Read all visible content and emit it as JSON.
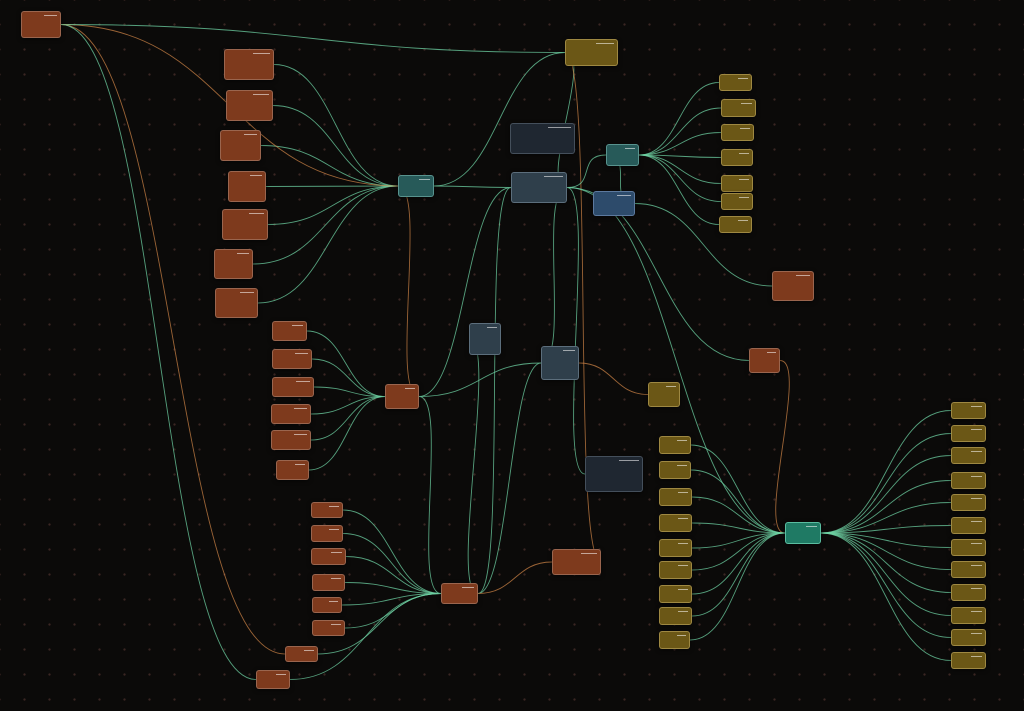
{
  "graph": {
    "colors": {
      "rust": "#7e3a1d",
      "olive": "#6b5716",
      "teal": "#275a59",
      "slate": "#2f3f4b",
      "blue": "#2d4b6b",
      "navy": "#1f2731",
      "green_hub": "#1f7a64",
      "edge_green": "#6fd3a4",
      "edge_orange": "#d98a4a",
      "background": "#0b0a09",
      "grid_dot": "#3a2622"
    },
    "nodes": [
      {
        "id": "top-left-root",
        "color": "rust",
        "lines": [
          "",
          "",
          "",
          ""
        ]
      },
      {
        "id": "top-center-root",
        "color": "olive",
        "lines": [
          "",
          "",
          "",
          ""
        ]
      },
      {
        "id": "left-group-a-1",
        "color": "rust",
        "lines": [
          "",
          "",
          "",
          ""
        ]
      },
      {
        "id": "left-group-a-2",
        "color": "rust",
        "lines": [
          "",
          "",
          "",
          ""
        ]
      },
      {
        "id": "left-group-a-3",
        "color": "rust",
        "lines": [
          "",
          "",
          "",
          ""
        ]
      },
      {
        "id": "left-group-a-4",
        "color": "rust",
        "lines": [
          "",
          "",
          "",
          ""
        ]
      },
      {
        "id": "left-group-a-5",
        "color": "rust",
        "lines": [
          "",
          "",
          "",
          ""
        ]
      },
      {
        "id": "left-group-a-6",
        "color": "rust",
        "lines": [
          "",
          "",
          "",
          ""
        ]
      },
      {
        "id": "left-group-a-7",
        "color": "rust",
        "lines": [
          "",
          "",
          "",
          ""
        ]
      },
      {
        "id": "hub-left-teal",
        "color": "teal",
        "lines": [
          "",
          "",
          ""
        ]
      },
      {
        "id": "center-main-blue",
        "color": "slate",
        "lines": [
          "",
          "",
          "",
          ""
        ]
      },
      {
        "id": "center-top-navy",
        "color": "navy",
        "lines": [
          "",
          "",
          "",
          "",
          ""
        ]
      },
      {
        "id": "hub-top-right-teal",
        "color": "teal",
        "lines": [
          "",
          ""
        ]
      },
      {
        "id": "center-right-blue",
        "color": "blue",
        "lines": [
          "",
          "",
          ""
        ]
      },
      {
        "id": "right-olive-1",
        "color": "olive",
        "lines": [
          "",
          ""
        ]
      },
      {
        "id": "right-olive-2",
        "color": "olive",
        "lines": [
          "",
          ""
        ]
      },
      {
        "id": "right-olive-3",
        "color": "olive",
        "lines": [
          "",
          ""
        ]
      },
      {
        "id": "right-olive-4",
        "color": "olive",
        "lines": [
          "",
          ""
        ]
      },
      {
        "id": "right-olive-5",
        "color": "olive",
        "lines": [
          "",
          ""
        ]
      },
      {
        "id": "right-olive-6",
        "color": "olive",
        "lines": [
          "",
          ""
        ]
      },
      {
        "id": "right-olive-7",
        "color": "olive",
        "lines": [
          "",
          ""
        ]
      },
      {
        "id": "right-rust-a",
        "color": "rust",
        "lines": [
          "",
          "",
          "",
          ""
        ]
      },
      {
        "id": "mid-navy-a",
        "color": "slate",
        "lines": [
          "",
          "",
          "",
          ""
        ]
      },
      {
        "id": "mid-slate-b",
        "color": "slate",
        "lines": [
          "",
          "",
          "",
          ""
        ]
      },
      {
        "id": "hub-mid-rust",
        "color": "rust",
        "lines": [
          "",
          "",
          ""
        ]
      },
      {
        "id": "mid-left-1",
        "color": "rust",
        "lines": [
          "",
          ""
        ]
      },
      {
        "id": "mid-left-2",
        "color": "rust",
        "lines": [
          "",
          ""
        ]
      },
      {
        "id": "mid-left-3",
        "color": "rust",
        "lines": [
          "",
          ""
        ]
      },
      {
        "id": "mid-left-4",
        "color": "rust",
        "lines": [
          "",
          ""
        ]
      },
      {
        "id": "mid-left-5",
        "color": "rust",
        "lines": [
          "",
          ""
        ]
      },
      {
        "id": "mid-left-6",
        "color": "rust",
        "lines": [
          "",
          ""
        ]
      },
      {
        "id": "mid-olive-small",
        "color": "olive",
        "lines": [
          "",
          "",
          ""
        ]
      },
      {
        "id": "mid-rust-right",
        "color": "rust",
        "lines": [
          "",
          "",
          ""
        ]
      },
      {
        "id": "lower-navy",
        "color": "navy",
        "lines": [
          "",
          "",
          "",
          "",
          ""
        ]
      },
      {
        "id": "lower-rust-center",
        "color": "rust",
        "lines": [
          "",
          "",
          ""
        ]
      },
      {
        "id": "hub-bottom-rust",
        "color": "rust",
        "lines": [
          "",
          "",
          ""
        ]
      },
      {
        "id": "bottom-left-1",
        "color": "rust",
        "lines": [
          "",
          ""
        ]
      },
      {
        "id": "bottom-left-2",
        "color": "rust",
        "lines": [
          "",
          ""
        ]
      },
      {
        "id": "bottom-left-3",
        "color": "rust",
        "lines": [
          "",
          ""
        ]
      },
      {
        "id": "bottom-left-4",
        "color": "rust",
        "lines": [
          "",
          ""
        ]
      },
      {
        "id": "bottom-left-5",
        "color": "rust",
        "lines": [
          "",
          ""
        ]
      },
      {
        "id": "bottom-left-6",
        "color": "rust",
        "lines": [
          "",
          ""
        ]
      },
      {
        "id": "bottom-left-7",
        "color": "rust",
        "lines": [
          "",
          ""
        ]
      },
      {
        "id": "bottom-left-8",
        "color": "rust",
        "lines": [
          "",
          ""
        ]
      },
      {
        "id": "hub-right-green",
        "color": "green",
        "lines": [
          "",
          "",
          ""
        ]
      },
      {
        "id": "left-olive-1",
        "color": "olive",
        "lines": [
          "",
          ""
        ]
      },
      {
        "id": "left-olive-2",
        "color": "olive",
        "lines": [
          "",
          ""
        ]
      },
      {
        "id": "left-olive-3",
        "color": "olive",
        "lines": [
          "",
          ""
        ]
      },
      {
        "id": "left-olive-4",
        "color": "olive",
        "lines": [
          "",
          ""
        ]
      },
      {
        "id": "left-olive-5",
        "color": "olive",
        "lines": [
          "",
          ""
        ]
      },
      {
        "id": "left-olive-6",
        "color": "olive",
        "lines": [
          "",
          ""
        ]
      },
      {
        "id": "left-olive-7",
        "color": "olive",
        "lines": [
          "",
          ""
        ]
      },
      {
        "id": "left-olive-8",
        "color": "olive",
        "lines": [
          "",
          ""
        ]
      },
      {
        "id": "left-olive-9",
        "color": "olive",
        "lines": [
          "",
          ""
        ]
      },
      {
        "id": "far-right-1",
        "color": "olive",
        "lines": [
          "",
          ""
        ]
      },
      {
        "id": "far-right-2",
        "color": "olive",
        "lines": [
          "",
          ""
        ]
      },
      {
        "id": "far-right-3",
        "color": "olive",
        "lines": [
          "",
          ""
        ]
      },
      {
        "id": "far-right-4",
        "color": "olive",
        "lines": [
          "",
          ""
        ]
      },
      {
        "id": "far-right-5",
        "color": "olive",
        "lines": [
          "",
          ""
        ]
      },
      {
        "id": "far-right-6",
        "color": "olive",
        "lines": [
          "",
          ""
        ]
      },
      {
        "id": "far-right-7",
        "color": "olive",
        "lines": [
          "",
          ""
        ]
      },
      {
        "id": "far-right-8",
        "color": "olive",
        "lines": [
          "",
          ""
        ]
      },
      {
        "id": "far-right-9",
        "color": "olive",
        "lines": [
          "",
          ""
        ]
      },
      {
        "id": "far-right-10",
        "color": "olive",
        "lines": [
          "",
          ""
        ]
      },
      {
        "id": "far-right-11",
        "color": "olive",
        "lines": [
          "",
          ""
        ]
      },
      {
        "id": "far-right-12",
        "color": "olive",
        "lines": [
          "",
          ""
        ]
      }
    ],
    "edges": [
      [
        "left-group-a-1",
        "hub-left-teal",
        "green"
      ],
      [
        "left-group-a-2",
        "hub-left-teal",
        "green"
      ],
      [
        "left-group-a-3",
        "hub-left-teal",
        "green"
      ],
      [
        "left-group-a-4",
        "hub-left-teal",
        "green"
      ],
      [
        "left-group-a-5",
        "hub-left-teal",
        "green"
      ],
      [
        "left-group-a-6",
        "hub-left-teal",
        "green"
      ],
      [
        "left-group-a-7",
        "hub-left-teal",
        "green"
      ],
      [
        "top-left-root",
        "hub-left-teal",
        "orange"
      ],
      [
        "top-left-root",
        "top-center-root",
        "green"
      ],
      [
        "top-center-root",
        "hub-left-teal",
        "green"
      ],
      [
        "top-center-root",
        "center-main-blue",
        "green"
      ],
      [
        "top-center-root",
        "lower-rust-center",
        "orange"
      ],
      [
        "hub-left-teal",
        "center-main-blue",
        "green"
      ],
      [
        "hub-left-teal",
        "hub-mid-rust",
        "orange"
      ],
      [
        "center-main-blue",
        "hub-top-right-teal",
        "green"
      ],
      [
        "hub-top-right-teal",
        "right-olive-1",
        "green"
      ],
      [
        "hub-top-right-teal",
        "right-olive-2",
        "green"
      ],
      [
        "hub-top-right-teal",
        "right-olive-3",
        "green"
      ],
      [
        "hub-top-right-teal",
        "right-olive-4",
        "green"
      ],
      [
        "hub-top-right-teal",
        "right-olive-5",
        "green"
      ],
      [
        "hub-top-right-teal",
        "right-olive-6",
        "green"
      ],
      [
        "hub-top-right-teal",
        "right-olive-7",
        "green"
      ],
      [
        "hub-top-right-teal",
        "center-right-blue",
        "green"
      ],
      [
        "center-right-blue",
        "right-rust-a",
        "green"
      ],
      [
        "center-main-blue",
        "mid-slate-b",
        "green"
      ],
      [
        "center-main-blue",
        "hub-mid-rust",
        "green"
      ],
      [
        "center-main-blue",
        "hub-bottom-rust",
        "green"
      ],
      [
        "center-main-blue",
        "mid-rust-right",
        "green"
      ],
      [
        "center-main-blue",
        "hub-right-green",
        "green"
      ],
      [
        "center-main-blue",
        "lower-navy",
        "green"
      ],
      [
        "mid-navy-a",
        "hub-bottom-rust",
        "green"
      ],
      [
        "mid-slate-b",
        "hub-mid-rust",
        "green"
      ],
      [
        "mid-slate-b",
        "hub-bottom-rust",
        "green"
      ],
      [
        "mid-slate-b",
        "mid-olive-small",
        "orange"
      ],
      [
        "mid-left-1",
        "hub-mid-rust",
        "green"
      ],
      [
        "mid-left-2",
        "hub-mid-rust",
        "green"
      ],
      [
        "mid-left-3",
        "hub-mid-rust",
        "green"
      ],
      [
        "mid-left-4",
        "hub-mid-rust",
        "green"
      ],
      [
        "mid-left-5",
        "hub-mid-rust",
        "green"
      ],
      [
        "mid-left-6",
        "hub-mid-rust",
        "green"
      ],
      [
        "hub-mid-rust",
        "hub-bottom-rust",
        "green"
      ],
      [
        "mid-rust-right",
        "hub-right-green",
        "orange"
      ],
      [
        "lower-rust-center",
        "hub-bottom-rust",
        "orange"
      ],
      [
        "bottom-left-1",
        "hub-bottom-rust",
        "green"
      ],
      [
        "bottom-left-2",
        "hub-bottom-rust",
        "green"
      ],
      [
        "bottom-left-3",
        "hub-bottom-rust",
        "green"
      ],
      [
        "bottom-left-4",
        "hub-bottom-rust",
        "green"
      ],
      [
        "bottom-left-5",
        "hub-bottom-rust",
        "green"
      ],
      [
        "bottom-left-6",
        "hub-bottom-rust",
        "green"
      ],
      [
        "bottom-left-7",
        "hub-bottom-rust",
        "green"
      ],
      [
        "bottom-left-8",
        "hub-bottom-rust",
        "green"
      ],
      [
        "top-left-root",
        "bottom-left-7",
        "orange"
      ],
      [
        "top-left-root",
        "bottom-left-8",
        "green"
      ],
      [
        "left-olive-1",
        "hub-right-green",
        "green"
      ],
      [
        "left-olive-2",
        "hub-right-green",
        "green"
      ],
      [
        "left-olive-3",
        "hub-right-green",
        "green"
      ],
      [
        "left-olive-4",
        "hub-right-green",
        "green"
      ],
      [
        "left-olive-5",
        "hub-right-green",
        "green"
      ],
      [
        "left-olive-6",
        "hub-right-green",
        "green"
      ],
      [
        "left-olive-7",
        "hub-right-green",
        "green"
      ],
      [
        "left-olive-8",
        "hub-right-green",
        "green"
      ],
      [
        "left-olive-9",
        "hub-right-green",
        "green"
      ],
      [
        "hub-right-green",
        "far-right-1",
        "green"
      ],
      [
        "hub-right-green",
        "far-right-2",
        "green"
      ],
      [
        "hub-right-green",
        "far-right-3",
        "green"
      ],
      [
        "hub-right-green",
        "far-right-4",
        "green"
      ],
      [
        "hub-right-green",
        "far-right-5",
        "green"
      ],
      [
        "hub-right-green",
        "far-right-6",
        "green"
      ],
      [
        "hub-right-green",
        "far-right-7",
        "green"
      ],
      [
        "hub-right-green",
        "far-right-8",
        "green"
      ],
      [
        "hub-right-green",
        "far-right-9",
        "green"
      ],
      [
        "hub-right-green",
        "far-right-10",
        "green"
      ],
      [
        "hub-right-green",
        "far-right-11",
        "green"
      ],
      [
        "hub-right-green",
        "far-right-12",
        "green"
      ]
    ]
  }
}
